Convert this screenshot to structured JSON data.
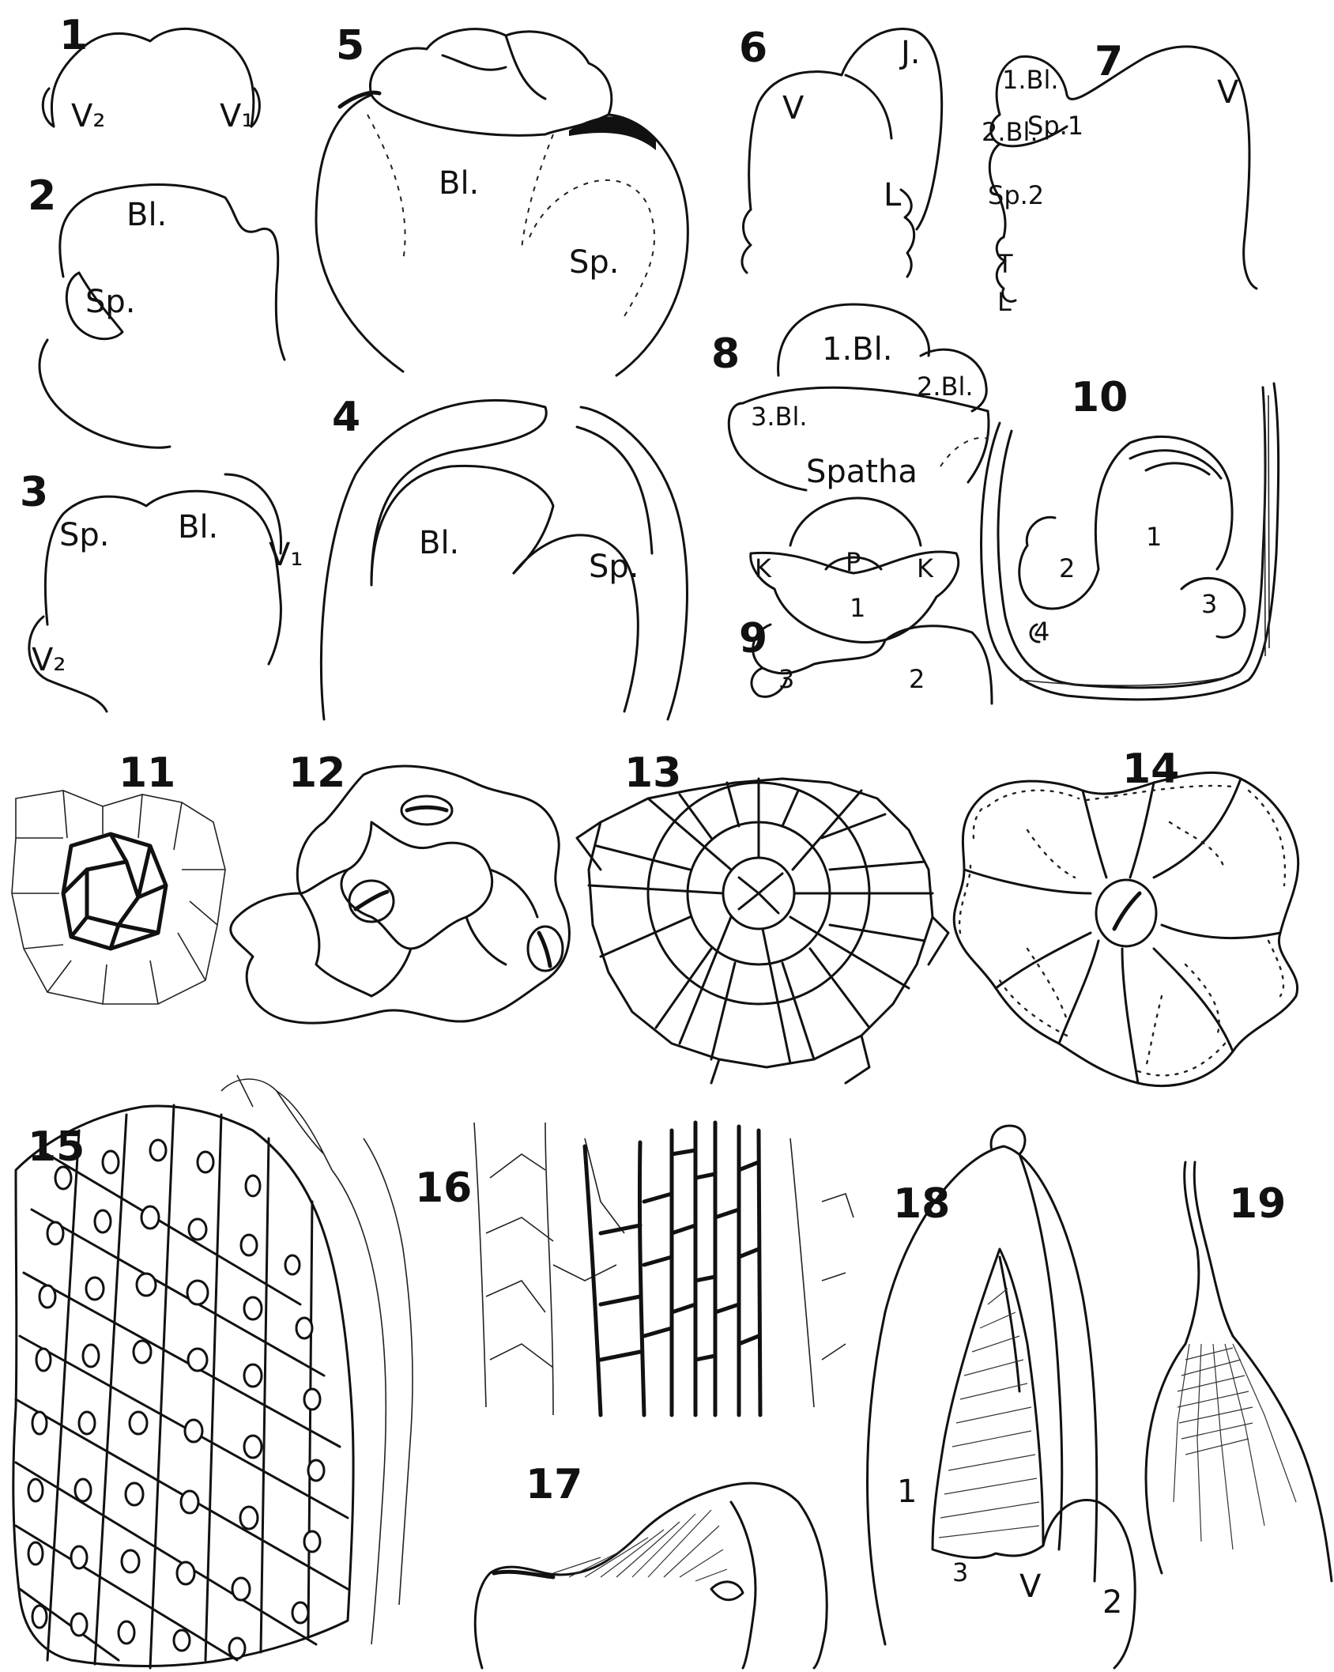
{
  "figures": {
    "f1": {
      "num": "1",
      "labels": [
        "V₂",
        "V₁"
      ]
    },
    "f2": {
      "num": "2",
      "labels": [
        "Bl.",
        "Sp."
      ]
    },
    "f3": {
      "num": "3",
      "labels": [
        "Sp.",
        "Bl.",
        "V₁",
        "V₂"
      ]
    },
    "f4": {
      "num": "4",
      "labels": [
        "Bl.",
        "Sp."
      ]
    },
    "f5": {
      "num": "5",
      "labels": [
        "Bl.",
        "Sp."
      ]
    },
    "f6": {
      "num": "6",
      "labels": [
        "V",
        "J.",
        "L"
      ]
    },
    "f7": {
      "num": "7",
      "labels": [
        "1.Bl.",
        "2.Bl.",
        "Sp.1",
        "Sp.2",
        "V",
        "T",
        "L"
      ]
    },
    "f8": {
      "num": "8",
      "labels": [
        "1.Bl.",
        "2.Bl.",
        "3.Bl.",
        "Spatha"
      ]
    },
    "f9": {
      "num": "9",
      "labels": [
        "K",
        "P",
        "K",
        "1",
        "2",
        "3"
      ]
    },
    "f10": {
      "num": "10",
      "labels": [
        "1",
        "2",
        "3",
        "4"
      ]
    },
    "f11": {
      "num": "11"
    },
    "f12": {
      "num": "12"
    },
    "f13": {
      "num": "13"
    },
    "f14": {
      "num": "14"
    },
    "f15": {
      "num": "15"
    },
    "f16": {
      "num": "16"
    },
    "f17": {
      "num": "17"
    },
    "f18": {
      "num": "18",
      "labels": [
        "1",
        "3",
        "V",
        "2"
      ]
    },
    "f19": {
      "num": "19"
    }
  }
}
